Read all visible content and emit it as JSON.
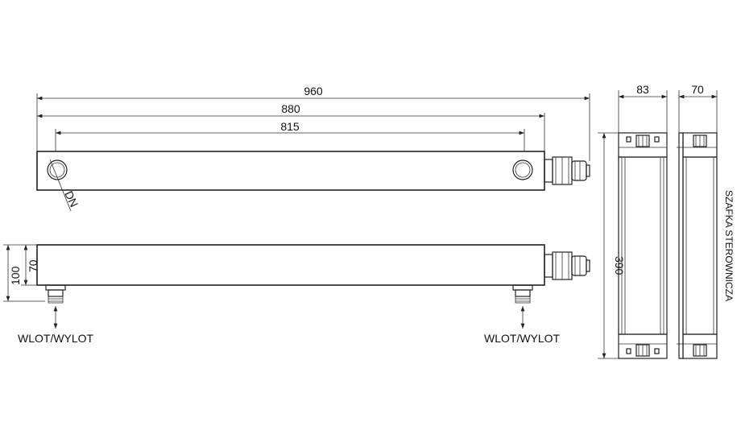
{
  "dimensions": {
    "total_length": "960",
    "body_length": "880",
    "port_spacing": "815",
    "port_label": "DN",
    "height_total": "100",
    "height_body": "70",
    "cabinet_width": "83",
    "cabinet_depth": "70",
    "cabinet_height": "390"
  },
  "labels": {
    "port_left": "WLOT/WYLOT",
    "port_right": "WLOT/WYLOT",
    "cabinet": "SZAFKA STEROWNICZA"
  },
  "colors": {
    "line": "#222222",
    "background": "#ffffff"
  }
}
